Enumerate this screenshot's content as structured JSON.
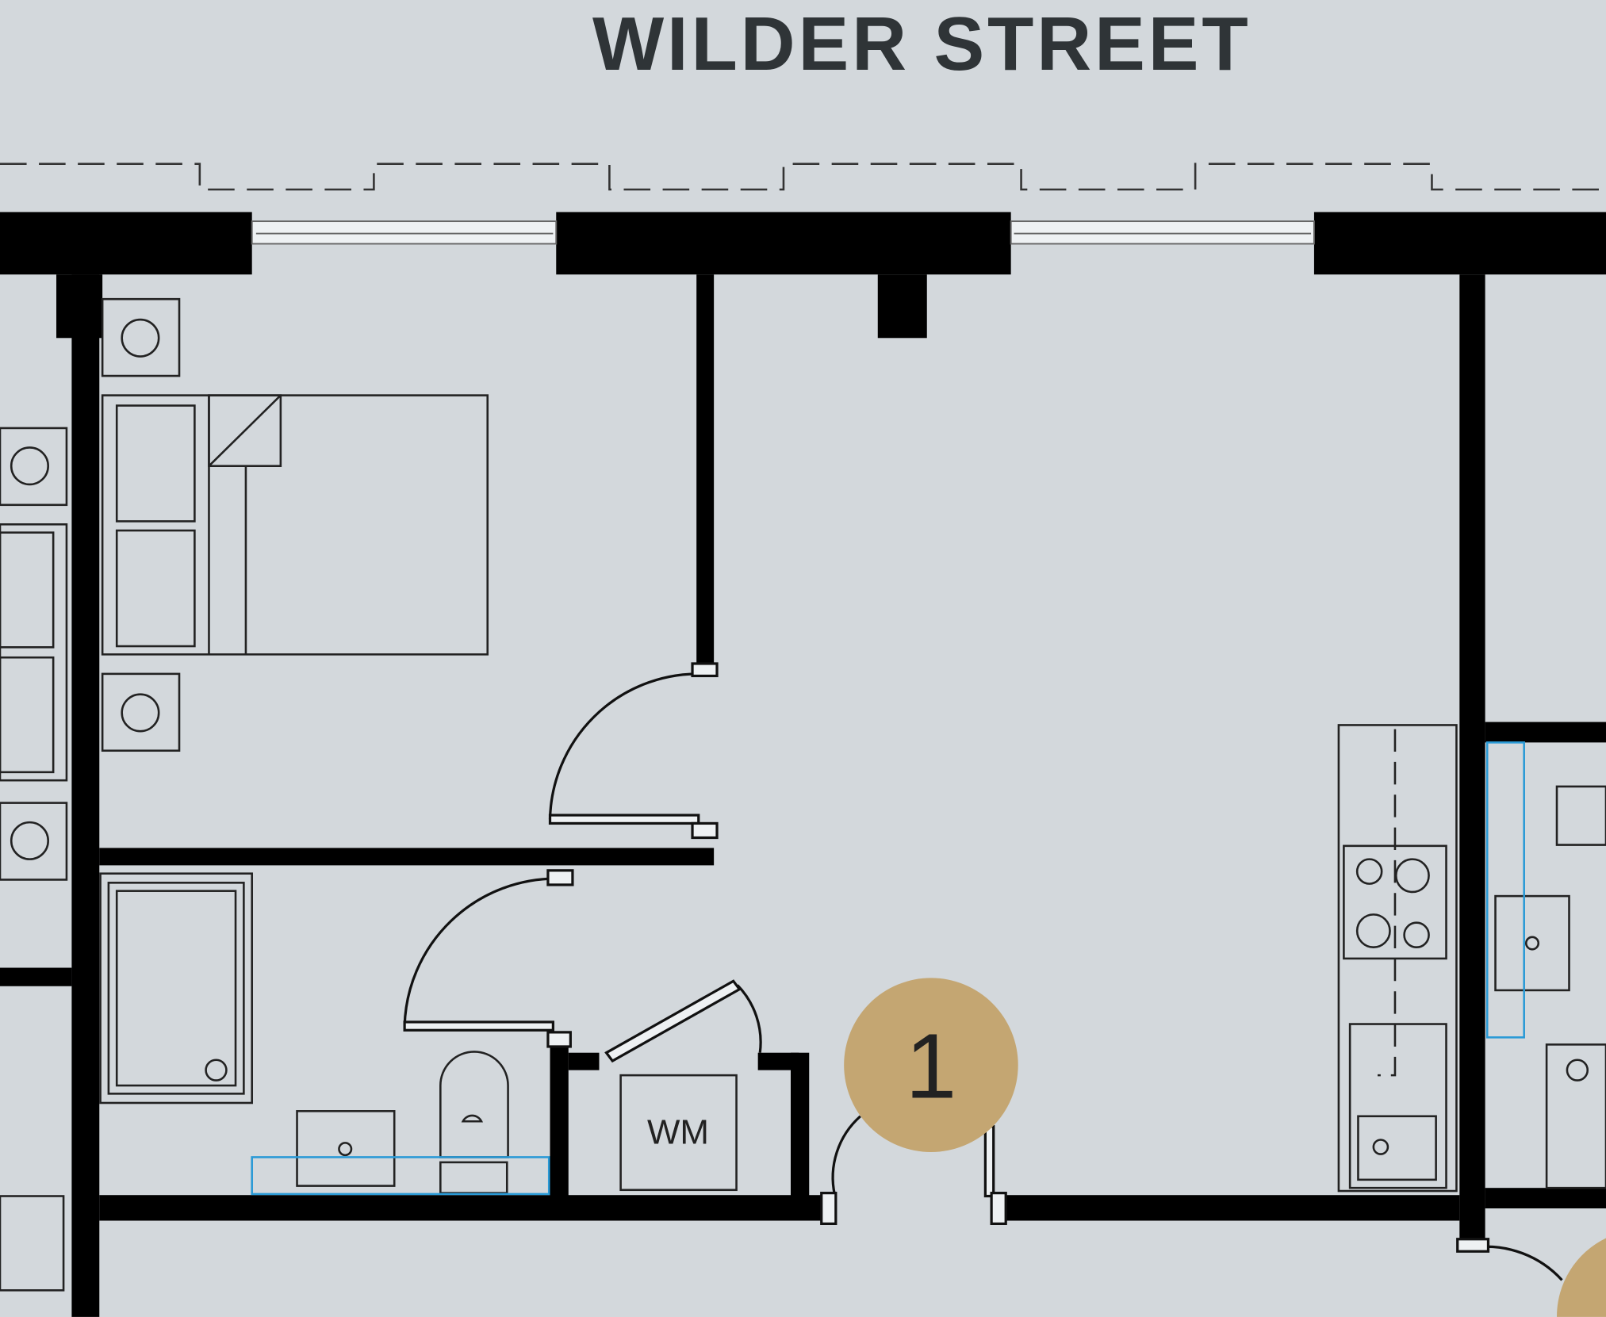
{
  "street_label": "WILDER STREET",
  "unit_marker": "1",
  "appliance_label": "WM",
  "colors": {
    "background": "#d3d8dc",
    "wall": "#000000",
    "marker": "#c4a672",
    "title": "#2f3437",
    "accent_line": "#2a9ad6"
  }
}
